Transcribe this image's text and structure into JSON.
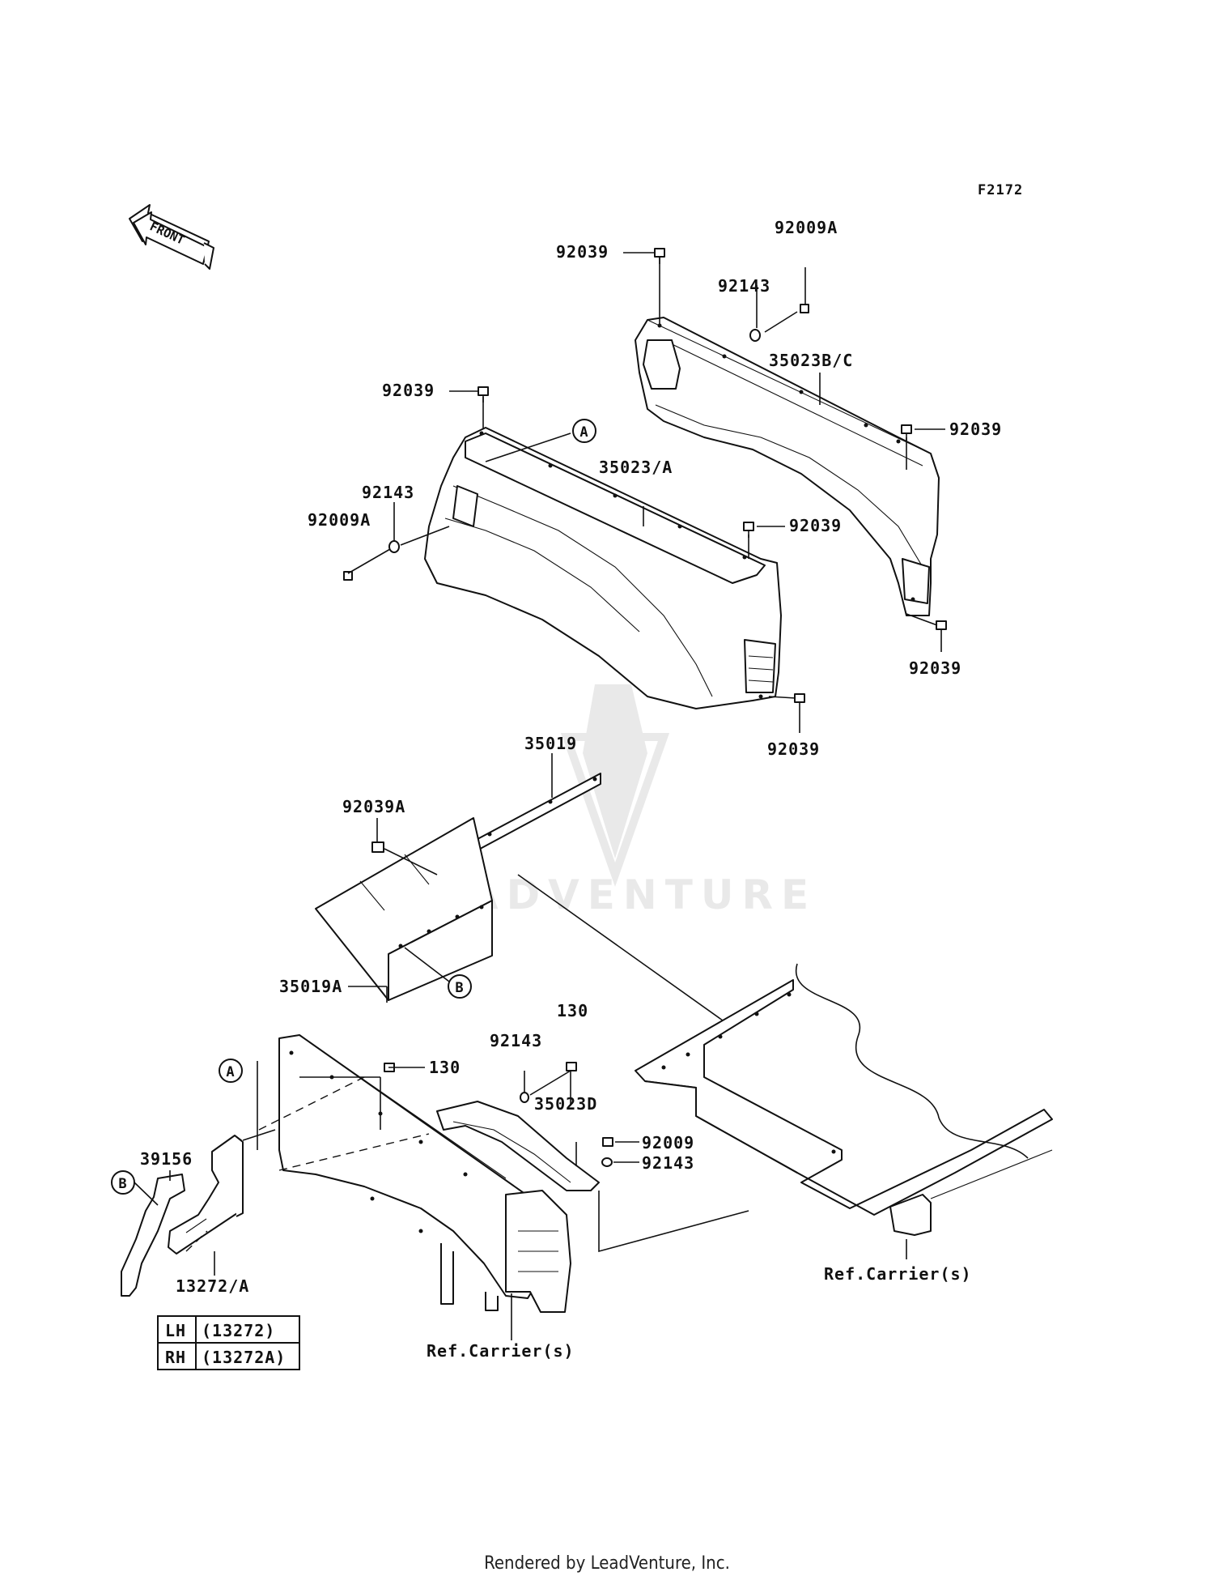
{
  "figure_code": "F2172",
  "front_arrow": "FRONT",
  "watermark": "LEADVENTURE",
  "watermark_icon": "flame-v-logo",
  "callouts": {
    "a": "A",
    "b": "B"
  },
  "labels": {
    "p92039_a": "92039",
    "p92009a_a": "92009A",
    "p92143_a": "92143",
    "p35023bc": "35023B/C",
    "p92039_b": "92039",
    "p92039_c": "92039",
    "p92143_b": "92143",
    "p92009a_b": "92009A",
    "p35023a": "35023/A",
    "p92039_d": "92039",
    "p92039_e": "92039",
    "p92039_f": "92039",
    "p35019": "35019",
    "p92039a": "92039A",
    "p35019a": "35019A",
    "p130_a": "130",
    "p92143_c": "92143",
    "p130_b": "130",
    "p35023d": "35023D",
    "p92009": "92009",
    "p92143_d": "92143",
    "p39156": "39156",
    "p13272a": "13272/A",
    "ref_carrier_1": "Ref.Carrier(s)",
    "ref_carrier_2": "Ref.Carrier(s)"
  },
  "side_table": [
    {
      "side": "LH",
      "part": "(13272)"
    },
    {
      "side": "RH",
      "part": "(13272A)"
    }
  ],
  "footer": "Rendered by LeadVenture, Inc."
}
